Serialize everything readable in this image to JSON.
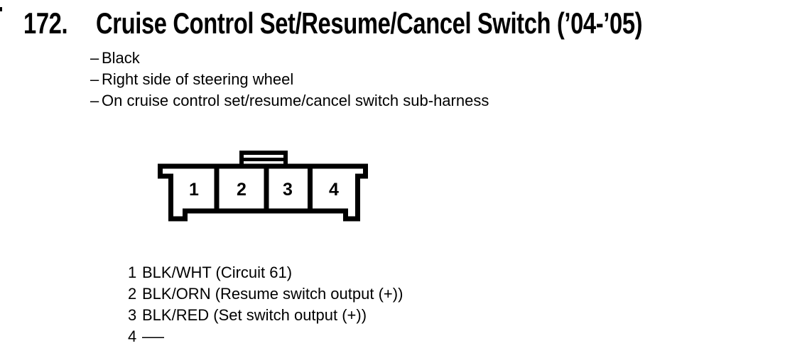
{
  "title": {
    "number": "172.",
    "text": "Cruise Control Set/Resume/Cancel Switch (’04-’05)"
  },
  "intro": {
    "dash": "–",
    "bullets": [
      "Black",
      "Right side of steering wheel",
      "On cruise control set/resume/cancel switch sub-harness"
    ]
  },
  "connector": {
    "type": "4-pin connector, front view",
    "pins": [
      "1",
      "2",
      "3",
      "4"
    ]
  },
  "pin_list": [
    {
      "num": "1",
      "desc": "BLK/WHT (Circuit 61)"
    },
    {
      "num": "2",
      "desc": "BLK/ORN (Resume switch output (+))"
    },
    {
      "num": "3",
      "desc": "BLK/RED (Set switch output (+))"
    },
    {
      "num": "4",
      "desc": "——"
    }
  ],
  "colors": {
    "ink": "#000000",
    "paper": "#ffffff"
  }
}
